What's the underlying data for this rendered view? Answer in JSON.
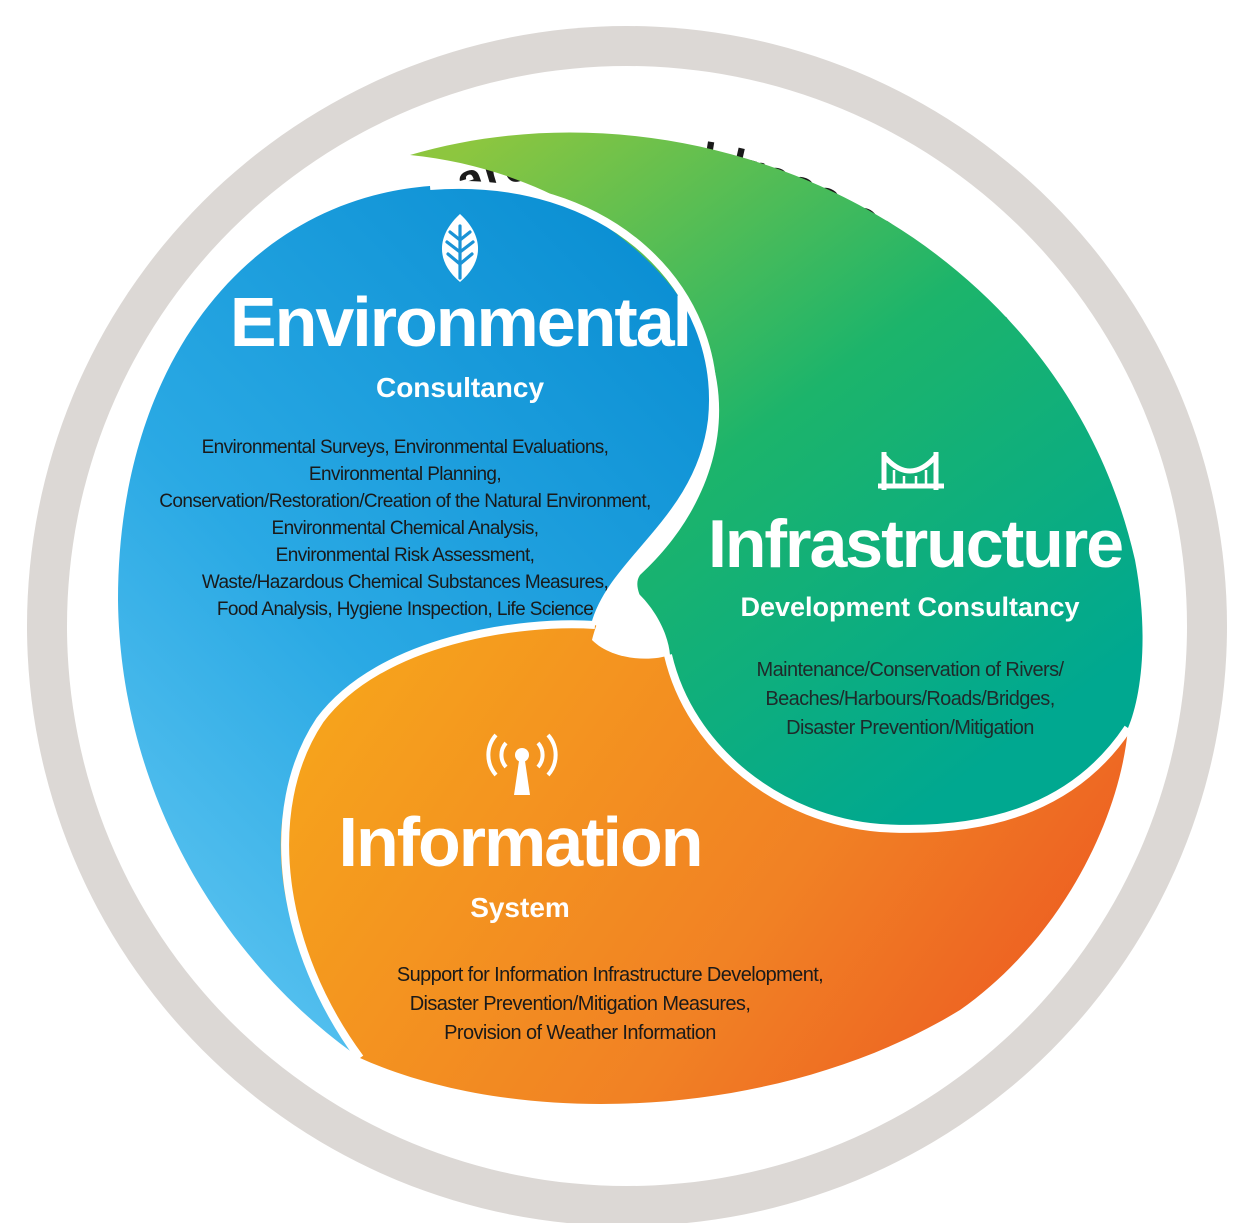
{
  "ring_title": "The three business areas to address our social issues",
  "colors": {
    "ring": "#dcd8d5",
    "ring_text": "#1a1a1a",
    "environmental": "#1a93d6",
    "environmental_light": "#5cc3f0",
    "infrastructure": "#00a98f",
    "infrastructure_light": "#8cc63f",
    "information": "#f39a1e",
    "information_dark": "#ee6422"
  },
  "segments": {
    "environmental": {
      "icon": "leaf-icon",
      "title": "Environmental",
      "subtitle": "Consultancy",
      "description": [
        "Environmental Surveys, Environmental Evaluations,",
        "Environmental Planning,",
        "Conservation/Restoration/Creation of the Natural Environment,",
        "Environmental Chemical Analysis,",
        "Environmental Risk Assessment,",
        "Waste/Hazardous Chemical Substances Measures,",
        "Food Analysis, Hygiene Inspection, Life Science"
      ]
    },
    "infrastructure": {
      "icon": "bridge-icon",
      "title": "Infrastructure",
      "subtitle": "Development Consultancy",
      "description": [
        "Maintenance/Conservation of Rivers/",
        "Beaches/Harbours/Roads/Bridges,",
        "Disaster Prevention/Mitigation"
      ]
    },
    "information": {
      "icon": "antenna-icon",
      "title": "Information",
      "subtitle": "System",
      "description": [
        "Support for Information Infrastructure Development,",
        "Disaster Prevention/Mitigation Measures,",
        "Provision of Weather Information"
      ]
    }
  }
}
